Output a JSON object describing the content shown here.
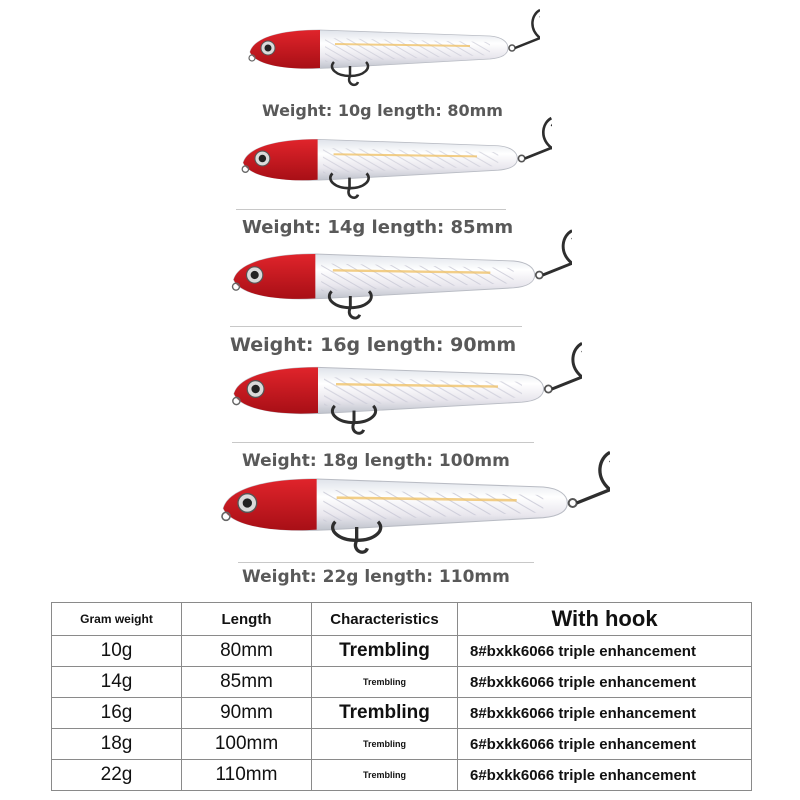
{
  "colors": {
    "head": "#c8161d",
    "body": "#f0f0f4",
    "hook": "#2e2e2e",
    "caption": "#595959"
  },
  "lures": [
    {
      "weight_caption": "Weight: 10g length: 80mm"
    },
    {
      "weight_caption": "Weight: 14g length: 85mm"
    },
    {
      "weight_caption": "Weight: 16g length: 90mm"
    },
    {
      "weight_caption": "Weight: 18g length: 100mm"
    },
    {
      "weight_caption": "Weight: 22g length: 110mm"
    }
  ],
  "table": {
    "headers": {
      "gram_weight": "Gram weight",
      "length": "Length",
      "characteristics": "Characteristics",
      "with_hook": "With hook"
    },
    "rows": [
      {
        "gram": "10g",
        "length": "80mm",
        "characteristic": "Trembling",
        "hook": "8#bxkk6066 triple enhancement"
      },
      {
        "gram": "14g",
        "length": "85mm",
        "characteristic": "Trembling",
        "hook": "8#bxkk6066 triple enhancement"
      },
      {
        "gram": "16g",
        "length": "90mm",
        "characteristic": "Trembling",
        "hook": "8#bxkk6066 triple enhancement"
      },
      {
        "gram": "18g",
        "length": "100mm",
        "characteristic": "Trembling",
        "hook": "6#bxkk6066 triple enhancement"
      },
      {
        "gram": "22g",
        "length": "110mm",
        "characteristic": "Trembling",
        "hook": "6#bxkk6066 triple enhancement"
      }
    ]
  }
}
